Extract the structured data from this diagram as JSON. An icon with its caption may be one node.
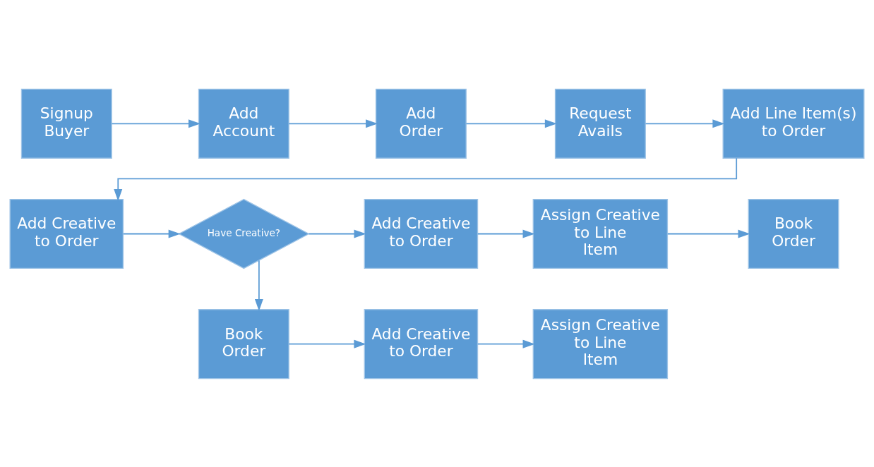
{
  "diagram": {
    "nodes": [
      {
        "text": [
          "Signup Buyer"
        ]
      },
      {
        "text": [
          "Add Account"
        ]
      },
      {
        "text": [
          "Add Order"
        ]
      },
      {
        "text": [
          "Request Avails"
        ]
      },
      {
        "text": [
          "Add Line Item(s) to Order"
        ]
      },
      {
        "text": [
          "Add Creative to Order"
        ]
      },
      {
        "text": [
          "Have Creative?"
        ]
      },
      {
        "text": [
          "Add Creative to Order"
        ]
      },
      {
        "text": [
          "Assign Creative to Line Item"
        ]
      },
      {
        "text": [
          "Book Order"
        ]
      },
      {
        "text": [
          "Book Order"
        ]
      },
      {
        "text": [
          "Add Creative to Order"
        ]
      },
      {
        "text": [
          "Assign Creative to Line Item"
        ]
      }
    ],
    "edges": [
      {
        "from": 0,
        "to": 1,
        "arrow": "to"
      },
      {
        "from": 1,
        "to": 2,
        "arrow": "to"
      },
      {
        "from": 2,
        "to": 3,
        "arrow": "to"
      },
      {
        "from": 3,
        "to": 4,
        "arrow": "to"
      },
      {
        "from": 4,
        "to": 5,
        "arrow": "to"
      },
      {
        "from": 5,
        "to": 6,
        "arrow": "to"
      },
      {
        "from": 6,
        "to": 7,
        "arrow": "to"
      },
      {
        "from": 7,
        "to": 8,
        "arrow": "to"
      },
      {
        "from": 8,
        "to": 9,
        "arrow": "to"
      },
      {
        "from": 6,
        "to": 10,
        "arrow": "to"
      },
      {
        "from": 10,
        "to": 11,
        "arrow": "to"
      },
      {
        "from": 11,
        "to": 12,
        "arrow": "to"
      }
    ]
  }
}
